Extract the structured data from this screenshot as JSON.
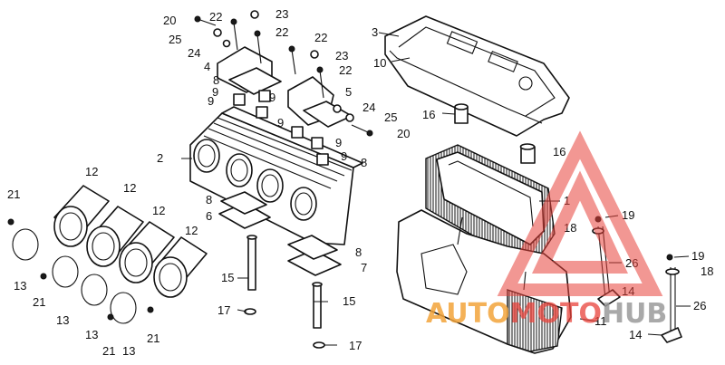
{
  "labels": {
    "l20a": "20",
    "l22a": "22",
    "l23a": "23",
    "l25a": "25",
    "l22b": "22",
    "l24a": "24",
    "l4": "4",
    "l22c": "22",
    "l23b": "23",
    "l22d": "22",
    "l8a": "8",
    "l9a": "9",
    "l9b": "9",
    "l5": "5",
    "l24b": "24",
    "l25b": "25",
    "l9c": "9",
    "l20b": "20",
    "l9d": "9",
    "l9e": "9",
    "l8b": "8",
    "l3": "3",
    "l10": "10",
    "l16a": "16",
    "l16b": "16",
    "l2": "2",
    "l1": "1",
    "l19a": "19",
    "l18a": "18",
    "l26a": "26",
    "l19b": "19",
    "l18b": "18",
    "l14a": "14",
    "l26b": "26",
    "l14b": "14",
    "l11": "11",
    "l12a": "12",
    "l12b": "12",
    "l12c": "12",
    "l12d": "12",
    "l21a": "21",
    "l13a": "13",
    "l21b": "21",
    "l13b": "13",
    "l13c": "13",
    "l21c": "21",
    "l13d": "13",
    "l21d": "21",
    "l8c": "8",
    "l6": "6",
    "l8d": "8",
    "l7": "7",
    "l15a": "15",
    "l15b": "15",
    "l17a": "17",
    "l17b": "17"
  },
  "watermark": {
    "part1": "AUTO",
    "part2": "MOTO",
    "part3": "HUB",
    "color_red": "#e8413a",
    "color_orange": "#f2a33a",
    "color_gray": "#9a9a9a"
  }
}
